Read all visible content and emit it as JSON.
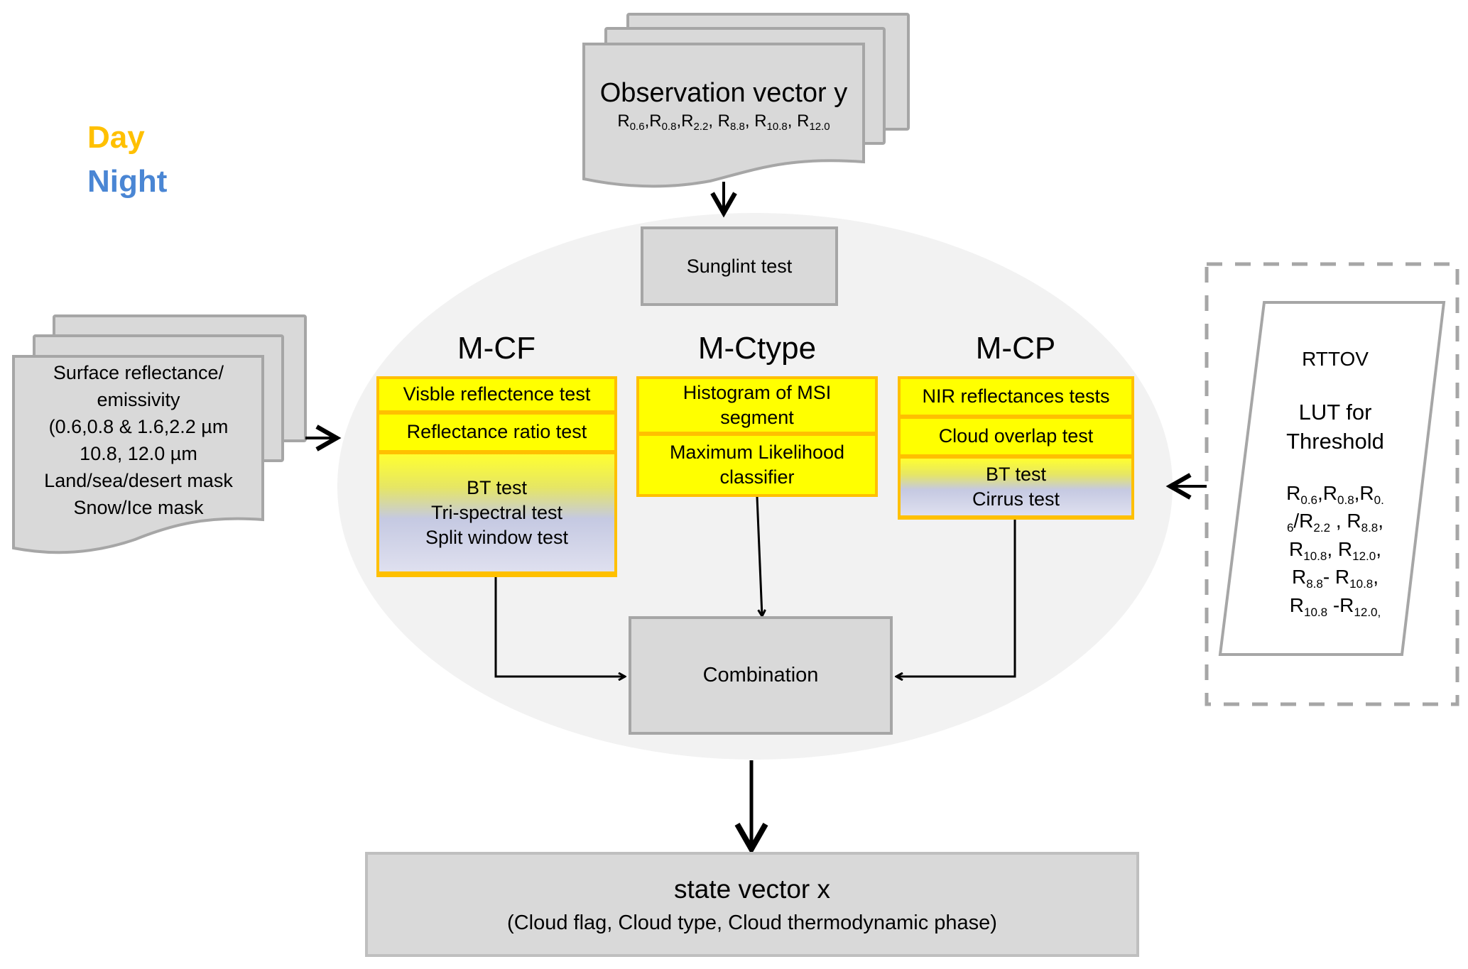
{
  "legend": {
    "day": {
      "label": "Day",
      "color": "#ffc000"
    },
    "night": {
      "label": "Night",
      "color": "#4a86d4"
    }
  },
  "observation": {
    "title": "Observation vector y",
    "channels": [
      {
        "base": "R",
        "sub": "0.6"
      },
      {
        "base": "R",
        "sub": "0.8"
      },
      {
        "base": "R",
        "sub": "2.2"
      },
      {
        "base": "R",
        "sub": "8.8"
      },
      {
        "base": "R",
        "sub": "10.8"
      },
      {
        "base": "R",
        "sub": "12.0"
      }
    ]
  },
  "surface": {
    "lines": [
      "Surface reflectance/",
      "emissivity",
      "(0.6,0.8 & 1.6,2.2 µm",
      "10.8, 12.0 µm",
      "Land/sea/desert mask",
      "Snow/Ice mask"
    ]
  },
  "sunglint": {
    "label": "Sunglint test"
  },
  "modules": {
    "mcf": {
      "title": "M-CF",
      "cells": [
        {
          "lines": [
            "Visble reflectence test"
          ],
          "kind": "day"
        },
        {
          "lines": [
            "Reflectance ratio test"
          ],
          "kind": "day"
        },
        {
          "lines": [
            "BT test",
            "Tri-spectral test",
            "Split window test"
          ],
          "kind": "day-night"
        }
      ]
    },
    "mctype": {
      "title": "M-Ctype",
      "cells": [
        {
          "lines": [
            "Histogram of MSI",
            "segment"
          ],
          "kind": "day"
        },
        {
          "lines": [
            "Maximum Likelihood",
            "classifier"
          ],
          "kind": "day"
        }
      ]
    },
    "mcp": {
      "title": "M-CP",
      "cells": [
        {
          "lines": [
            "NIR reflectances tests"
          ],
          "kind": "day"
        },
        {
          "lines": [
            "Cloud overlap test"
          ],
          "kind": "day"
        },
        {
          "lines": [
            "BT test",
            "Cirrus test"
          ],
          "kind": "day-night"
        }
      ]
    }
  },
  "combination": {
    "label": "Combination"
  },
  "rttov": {
    "title": "RTTOV",
    "lut_line1": "LUT for",
    "lut_line2": "Threshold",
    "formula_lines": [
      [
        {
          "t": "R"
        },
        {
          "s": "0.6"
        },
        {
          "t": ",R"
        },
        {
          "s": "0.8"
        },
        {
          "t": ",R"
        },
        {
          "s": "0."
        }
      ],
      [
        {
          "s": "6"
        },
        {
          "t": "/R"
        },
        {
          "s": "2.2"
        },
        {
          "t": " , R"
        },
        {
          "s": "8.8"
        },
        {
          "t": ","
        }
      ],
      [
        {
          "t": "R"
        },
        {
          "s": "10.8"
        },
        {
          "t": ", R"
        },
        {
          "s": "12.0"
        },
        {
          "t": ","
        }
      ],
      [
        {
          "t": "R"
        },
        {
          "s": "8.8"
        },
        {
          "t": "- R"
        },
        {
          "s": "10.8"
        },
        {
          "t": ","
        }
      ],
      [
        {
          "t": "R"
        },
        {
          "s": "10.8"
        },
        {
          "t": " -R"
        },
        {
          "s": "12.0,"
        }
      ]
    ]
  },
  "state": {
    "title": "state vector x",
    "subtitle": "(Cloud flag, Cloud type, Cloud thermodynamic phase)"
  },
  "colors": {
    "box_fill": "#d9d9d9",
    "box_border": "#a6a6a6",
    "ellipse_fill": "#f2f2f2",
    "test_fill": "#ffff00",
    "test_border": "#ffc000"
  }
}
